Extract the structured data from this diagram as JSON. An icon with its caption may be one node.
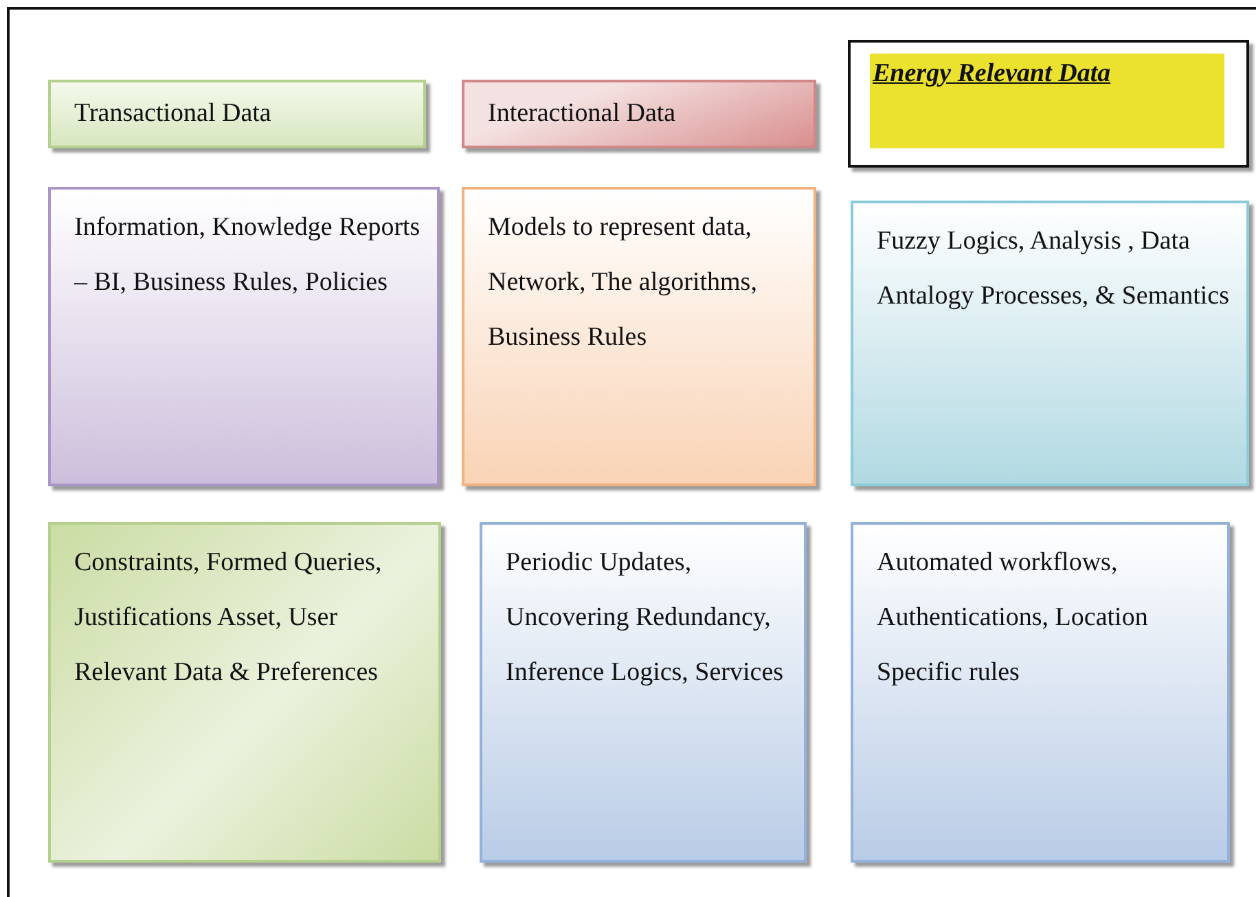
{
  "diagram": {
    "nodes": [
      {
        "text": [
          "Transactional Data"
        ]
      },
      {
        "text": [
          "Interactional Data"
        ]
      },
      {
        "text": [
          "Energy Relevant Data"
        ]
      },
      {
        "text": [
          "Information, Knowledge Reports – BI, Business Rules, Policies"
        ]
      },
      {
        "text": [
          "Models to represent data, Network, The algorithms, Business Rules"
        ]
      },
      {
        "text": [
          "Fuzzy Logics, Analysis , Data Antalogy Processes, & Semantics"
        ]
      },
      {
        "text": [
          "Constraints, Formed Queries, Justifications Asset, User Relevant Data & Preferences"
        ]
      },
      {
        "text": [
          "Periodic Updates, Uncovering Redundancy, Inference Logics, Services"
        ]
      },
      {
        "text": [
          "Automated workflows, Authentications, Location Specific rules"
        ]
      }
    ]
  }
}
